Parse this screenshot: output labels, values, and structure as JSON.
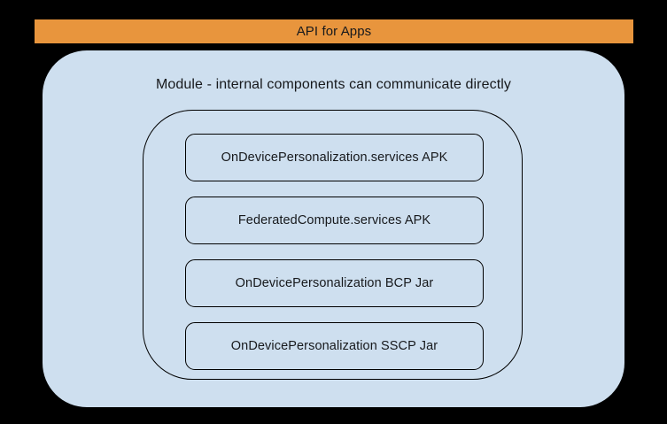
{
  "diagram": {
    "title": "API for Apps",
    "colors": {
      "background": "#000000",
      "banner": "#e8953d",
      "panel": "#cedfef",
      "stroke": "#000000",
      "text": "#17191c"
    },
    "banner": {
      "label": "API for Apps"
    },
    "panel": {
      "heading": "Module - internal components can communicate directly"
    },
    "internal_group": {
      "components": [
        {
          "label": "OnDevicePersonalization.services APK"
        },
        {
          "label": "FederatedCompute.services APK"
        },
        {
          "label": "OnDevicePersonalization BCP Jar"
        },
        {
          "label": "OnDevicePersonalization SSCP Jar"
        }
      ]
    }
  }
}
